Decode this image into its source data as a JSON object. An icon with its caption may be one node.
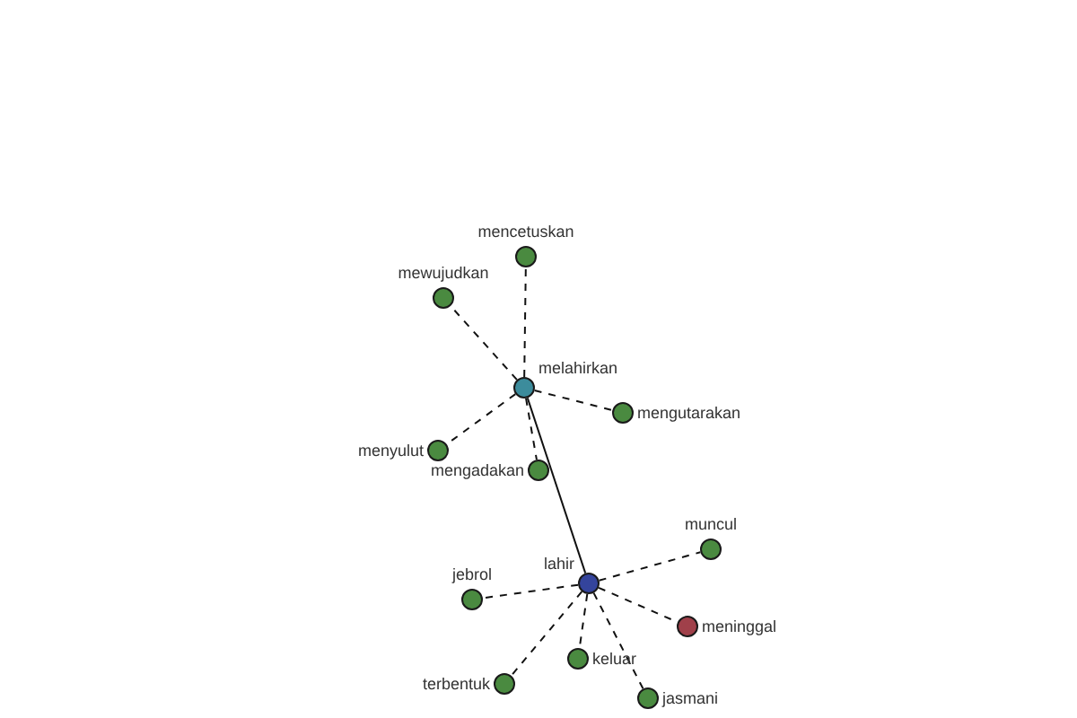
{
  "diagram": {
    "nodes": [
      {
        "text": [
          "melahirkan"
        ]
      },
      {
        "text": [
          "mencetuskan"
        ]
      },
      {
        "text": [
          "mewujudkan"
        ]
      },
      {
        "text": [
          "mengutarakan"
        ]
      },
      {
        "text": [
          "menyulut"
        ]
      },
      {
        "text": [
          "mengadakan"
        ]
      },
      {
        "text": [
          "lahir"
        ]
      },
      {
        "text": [
          "muncul"
        ]
      },
      {
        "text": [
          "jebrol"
        ]
      },
      {
        "text": [
          "meninggal"
        ]
      },
      {
        "text": [
          "keluar"
        ]
      },
      {
        "text": [
          "terbentuk"
        ]
      },
      {
        "text": [
          "jasmani"
        ]
      }
    ],
    "edges": [
      {
        "from": 0,
        "to": 1,
        "arrow": "none",
        "style": "dashed"
      },
      {
        "from": 0,
        "to": 2,
        "arrow": "none",
        "style": "dashed"
      },
      {
        "from": 0,
        "to": 3,
        "arrow": "none",
        "style": "dashed"
      },
      {
        "from": 0,
        "to": 4,
        "arrow": "none",
        "style": "dashed"
      },
      {
        "from": 0,
        "to": 5,
        "arrow": "none",
        "style": "dashed"
      },
      {
        "from": 0,
        "to": 6,
        "arrow": "none"
      },
      {
        "from": 6,
        "to": 7,
        "arrow": "none",
        "style": "dashed"
      },
      {
        "from": 6,
        "to": 8,
        "arrow": "none",
        "style": "dashed"
      },
      {
        "from": 6,
        "to": 9,
        "arrow": "none",
        "style": "dashed"
      },
      {
        "from": 6,
        "to": 10,
        "arrow": "none",
        "style": "dashed"
      },
      {
        "from": 6,
        "to": 11,
        "arrow": "none",
        "style": "dashed"
      },
      {
        "from": 6,
        "to": 12,
        "arrow": "none",
        "style": "dashed"
      }
    ]
  }
}
